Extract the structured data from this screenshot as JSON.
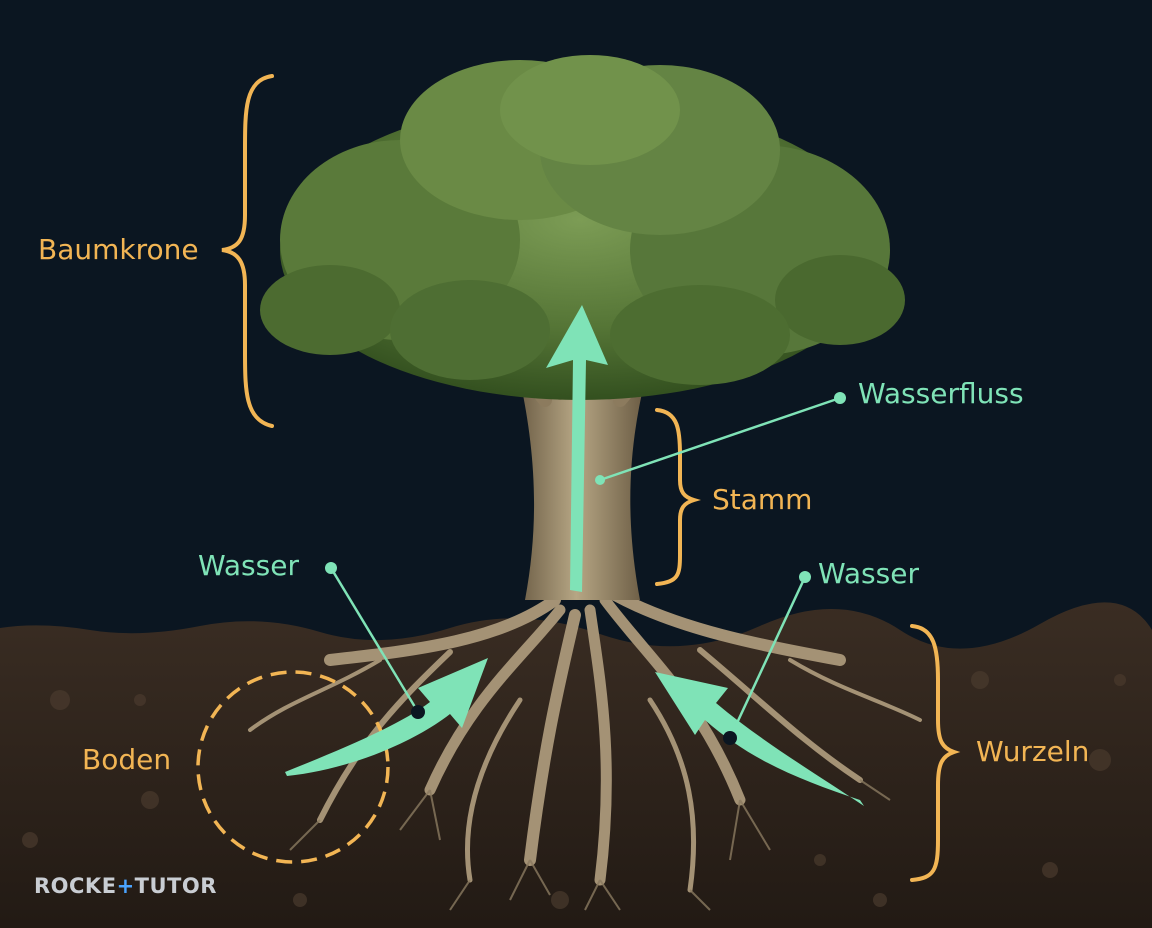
{
  "labels": {
    "crown": "Baumkrone",
    "trunk": "Stamm",
    "roots": "Wurzeln",
    "soil": "Boden",
    "water_flow": "Wasserfluss",
    "water_left": "Wasser",
    "water_right": "Wasser"
  },
  "logo": {
    "left": "ROCKE",
    "plus": "+",
    "right": "TUTOR"
  },
  "colors": {
    "background": "#0b1621",
    "soil": "#2f241c",
    "accent_orange": "#f2b554",
    "accent_green": "#7fe3b7",
    "foliage": "#5f7f3f",
    "bark": "#a89677"
  }
}
